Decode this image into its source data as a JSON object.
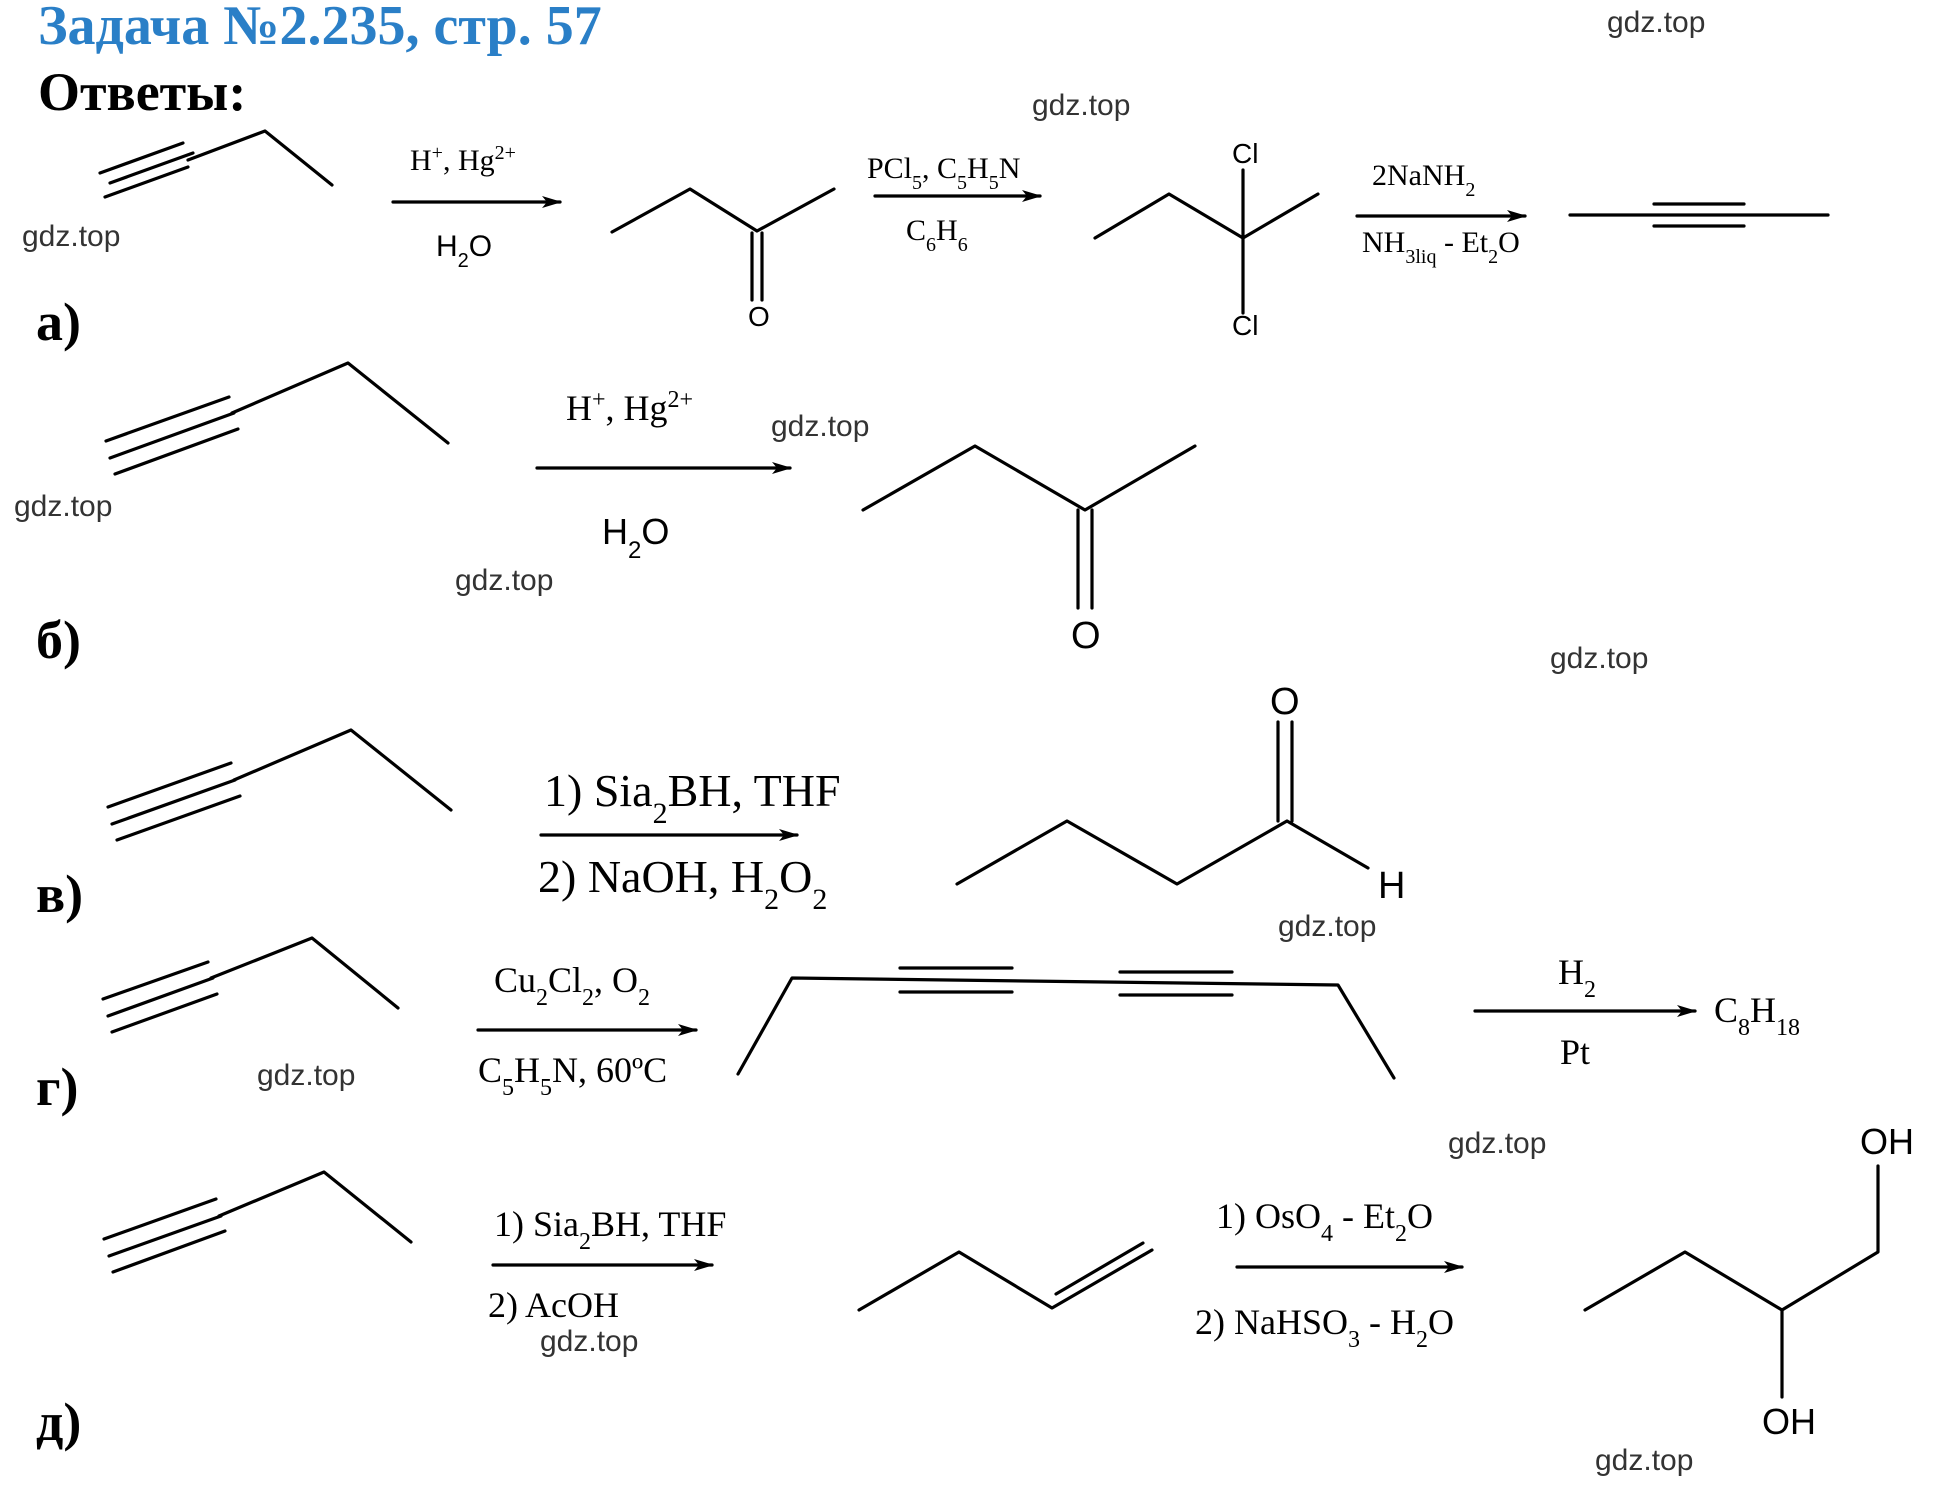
{
  "header": {
    "title": "Задача №2.235, стр. 57",
    "answers": "Ответы:"
  },
  "watermark": "gdz.top",
  "labels": {
    "a": "а)",
    "b": "б)",
    "v": "в)",
    "g": "г)",
    "d": "д)"
  },
  "atoms": {
    "O": "O",
    "Cl": "Cl",
    "H": "H",
    "OH": "OH"
  },
  "reagents": {
    "a1_top_1": "H",
    "a1_top_sup1": "+",
    "a1_top_2": ", Hg",
    "a1_top_sup2": "2+",
    "a1_bottom_1": "H",
    "a1_bottom_sub": "2",
    "a1_bottom_2": "O",
    "a2_top_1": "PCl",
    "a2_top_sub1": "5",
    "a2_top_2": ", C",
    "a2_top_sub2": "5",
    "a2_top_3": "H",
    "a2_top_sub3": "5",
    "a2_top_4": "N",
    "a2_bottom_1": "C",
    "a2_bottom_sub1": "6",
    "a2_bottom_2": "H",
    "a2_bottom_sub2": "6",
    "a3_top_1": "2NaNH",
    "a3_top_sub": "2",
    "a3_bottom_1": "NH",
    "a3_bottom_sub1": "3liq",
    "a3_bottom_2": " - Et",
    "a3_bottom_sub2": "2",
    "a3_bottom_3": "O",
    "b_top_1": "H",
    "b_top_sup1": "+",
    "b_top_2": ", Hg",
    "b_top_sup2": "2+",
    "b_bottom_1": "H",
    "b_bottom_sub": "2",
    "b_bottom_2": "O",
    "v_top_1": "1) Sia",
    "v_top_sub": "2",
    "v_top_2": "BH, THF",
    "v_bottom_1": "2) NaOH, H",
    "v_bottom_sub1": "2",
    "v_bottom_2": "O",
    "v_bottom_sub2": "2",
    "g1_top_1": "Cu",
    "g1_top_sub1": "2",
    "g1_top_2": "Cl",
    "g1_top_sub2": "2",
    "g1_top_3": ", O",
    "g1_top_sub3": "2",
    "g1_bottom_1": "C",
    "g1_bottom_sub1": "5",
    "g1_bottom_2": "H",
    "g1_bottom_sub2": "5",
    "g1_bottom_3": "N, 60ºC",
    "g2_top_1": "H",
    "g2_top_sub": "2",
    "g2_bottom": "Pt",
    "g_product_1": "C",
    "g_product_sub1": "8",
    "g_product_2": "H",
    "g_product_sub2": "18",
    "d1_top_1": "1) Sia",
    "d1_top_sub": "2",
    "d1_top_2": "BH, THF",
    "d1_bottom": "2) AcOH",
    "d2_top_1": "1) OsO",
    "d2_top_sub1": "4",
    "d2_top_2": " - Et",
    "d2_top_sub2": "2",
    "d2_top_3": "O",
    "d2_bottom_1": "2) NaHSO",
    "d2_bottom_sub1": "3",
    "d2_bottom_2": " - H",
    "d2_bottom_sub2": "2",
    "d2_bottom_3": "O"
  }
}
